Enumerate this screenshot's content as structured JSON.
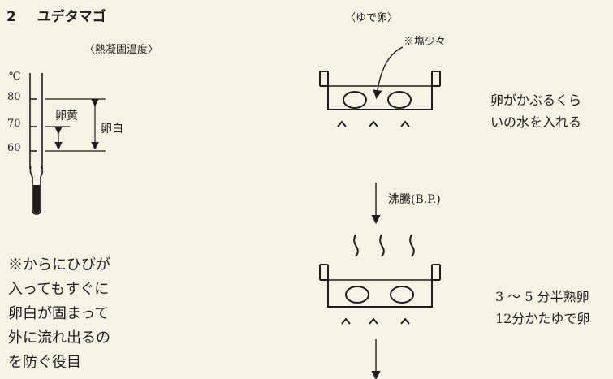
{
  "section": {
    "number": "2",
    "title": "ユデタマゴ"
  },
  "thermometer": {
    "caption": "〈熱凝固温度〉",
    "unit": "℃",
    "ticks": [
      "80",
      "70",
      "60"
    ],
    "yolk_label": "卵黄",
    "white_label": "卵白"
  },
  "note": {
    "lines": [
      "※からにひびが",
      "入ってもすぐに",
      "卵白が固まって",
      "外に流れ出るの",
      "を防ぐ役目"
    ]
  },
  "process": {
    "caption": "〈ゆで卵〉",
    "salt_note": "※塩少々",
    "step1_text": [
      "卵がかぶるくら",
      "いの水を入れる"
    ],
    "boil_label": "沸騰(B.P.)",
    "step2_text": [
      "3 ～ 5 分半熟卵",
      "12分かたゆで卵"
    ]
  },
  "colors": {
    "background": "#f5f2e6",
    "ink": "#1e1e1e"
  }
}
